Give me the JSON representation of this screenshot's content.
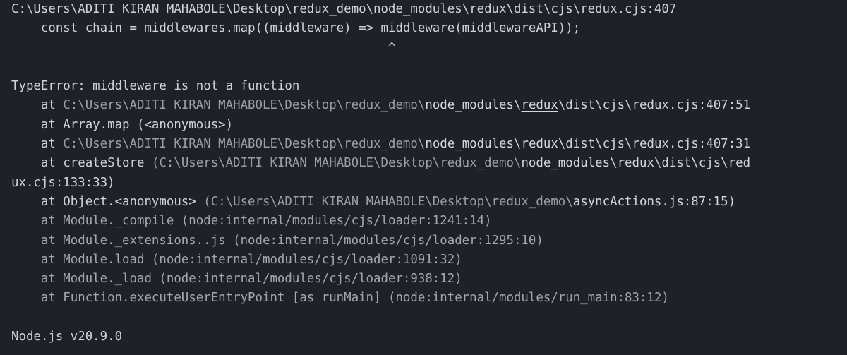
{
  "terminal": {
    "source_path": "C:\\Users\\ADITI KIRAN MAHABOLE\\Desktop\\redux_demo\\node_modules\\redux\\dist\\cjs\\redux.cjs:407",
    "source_code": "    const chain = middlewares.map((middleware) => middleware(middlewareAPI));",
    "caret": "                                                   ^",
    "error_message": "TypeError: middleware is not a function",
    "stack": [
      {
        "prefix": "    at ",
        "path_dim": "C:\\Users\\ADITI KIRAN MAHABOLE\\Desktop\\redux_demo\\",
        "pkg": "node_modules\\",
        "pkg_name": "redux",
        "rest": "\\dist\\cjs\\redux.cjs:407:51"
      },
      {
        "text": "    at Array.map (<anonymous>)"
      },
      {
        "prefix": "    at ",
        "path_dim": "C:\\Users\\ADITI KIRAN MAHABOLE\\Desktop\\redux_demo\\",
        "pkg": "node_modules\\",
        "pkg_name": "redux",
        "rest": "\\dist\\cjs\\redux.cjs:407:31"
      },
      {
        "prefix": "    at createStore ",
        "path_dim": "(C:\\Users\\ADITI KIRAN MAHABOLE\\Desktop\\redux_demo\\",
        "pkg": "node_modules\\",
        "pkg_name": "redux",
        "rest": "\\dist\\cjs\\red",
        "wrap": "ux.cjs:133:33)"
      },
      {
        "prefix": "    at Object.<anonymous> ",
        "path_dim": "(C:\\Users\\ADITI KIRAN MAHABOLE\\Desktop\\redux_demo\\",
        "file": "asyncActions.js:87:15",
        "close": ")"
      },
      {
        "text_dim": "    at Module._compile (node:internal/modules/cjs/loader:1241:14)"
      },
      {
        "text_dim": "    at Module._extensions..js (node:internal/modules/cjs/loader:1295:10)"
      },
      {
        "text_dim": "    at Module.load (node:internal/modules/cjs/loader:1091:32)"
      },
      {
        "text_dim": "    at Module._load (node:internal/modules/cjs/loader:938:12)"
      },
      {
        "text_dim": "    at Function.executeUserEntryPoint [as runMain] (node:internal/modules/run_main:83:12)"
      }
    ],
    "node_version": "Node.js v20.9.0"
  }
}
